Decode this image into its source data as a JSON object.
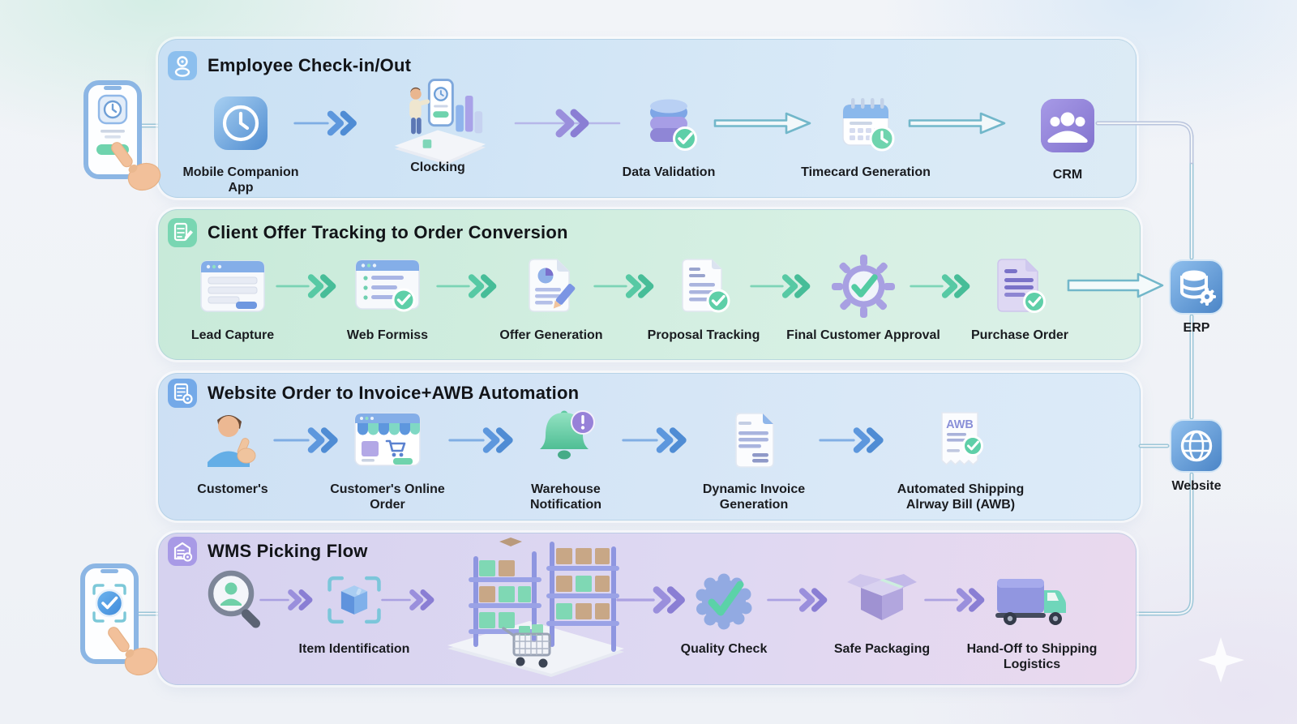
{
  "lanes": [
    {
      "title": "Employee Check-in/Out",
      "header_icon": "person-pin-icon",
      "items": [
        {
          "label": "Mobile Companion App",
          "icon": "clock-app-icon"
        },
        {
          "label": "Clocking",
          "icon": "clocking-kiosk-icon"
        },
        {
          "label": "Data Validation",
          "icon": "database-check-icon"
        },
        {
          "label": "Timecard Generation",
          "icon": "calendar-clock-icon"
        },
        {
          "label": "CRM",
          "icon": "people-tile-icon"
        }
      ]
    },
    {
      "title": "Client Offer Tracking to Order Conversion",
      "header_icon": "document-pencil-icon",
      "items": [
        {
          "label": "Lead Capture",
          "icon": "form-window-icon"
        },
        {
          "label": "Web Formiss",
          "icon": "list-check-window-icon"
        },
        {
          "label": "Offer Generation",
          "icon": "chart-doc-pencil-icon"
        },
        {
          "label": "Proposal Tracking",
          "icon": "doc-check-icon"
        },
        {
          "label": "Final Customer Approval",
          "icon": "gear-check-icon"
        },
        {
          "label": "Purchase Order",
          "icon": "purple-doc-check-icon"
        }
      ]
    },
    {
      "title": "Website Order to Invoice+AWB Automation",
      "header_icon": "invoice-gear-icon",
      "items": [
        {
          "label": "Customer's",
          "icon": "customer-person-icon"
        },
        {
          "label": "Customer's Online Order",
          "icon": "storefront-cart-icon"
        },
        {
          "label": "Warehouse Notification",
          "icon": "bell-alert-icon"
        },
        {
          "label": "Dynamic Invoice Generation",
          "icon": "invoice-doc-icon"
        },
        {
          "label": "Automated Shipping Alrway Bill (AWB)",
          "icon": "awb-receipt-icon",
          "doc_text": "AWB"
        }
      ]
    },
    {
      "title": "WMS Picking Flow",
      "header_icon": "warehouse-doc-icon",
      "items": [
        {
          "icon": "search-person-icon"
        },
        {
          "label": "Item Identification",
          "icon": "scan-box-icon"
        },
        {
          "icon": "warehouse-shelves-icon"
        },
        {
          "label": "Quality Check",
          "icon": "quality-badge-icon"
        },
        {
          "label": "Safe Packaging",
          "icon": "open-box-icon"
        },
        {
          "label": "Hand-Off to Shipping Logistics",
          "icon": "delivery-truck-icon"
        }
      ]
    }
  ],
  "integrations": [
    {
      "label": "ERP",
      "icon": "database-gear-tile-icon"
    },
    {
      "label": "Website",
      "icon": "globe-tile-icon"
    }
  ],
  "colors": {
    "lane_blue": "#cfe3f5",
    "lane_green": "#cdecdf",
    "lane_blue2": "#d3e4f6",
    "lane_lavender": "#dcd7f2",
    "arrow_blue": "#5d97dd",
    "arrow_purple": "#9a8fdc",
    "arrow_green": "#57c9a4",
    "arrow_teal_outline": "#74b9cc",
    "check_green": "#5ecfa8",
    "tile_blue": "#5e9ede",
    "tile_purple": "#8b7fd8"
  }
}
